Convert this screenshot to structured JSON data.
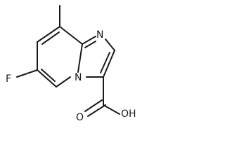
{
  "structure": {
    "atoms": {
      "fluorine": "F",
      "ring_nitrogen_top": "N",
      "ring_nitrogen_bridge": "N",
      "carbonyl_oxygen": "O",
      "hydroxyl": "OH"
    },
    "colors": {
      "ink": "#1a1a1a",
      "background": "#ffffff"
    }
  }
}
